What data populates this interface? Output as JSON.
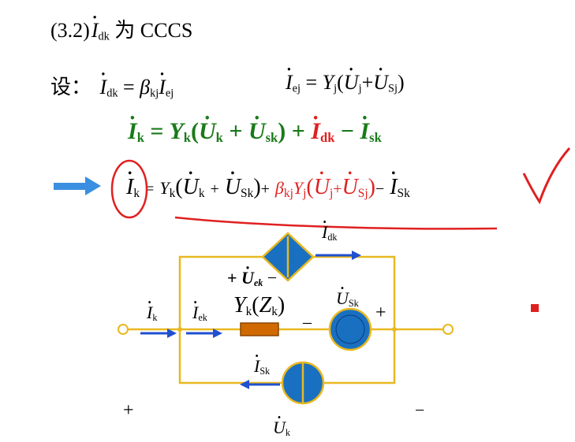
{
  "heading": {
    "num": "(3.2)",
    "var": "I",
    "sub": "dk",
    "text": "为 CCCS"
  },
  "set_line": {
    "label": "设：",
    "eq1": {
      "lhs": "I",
      "lhs_sub": "dk",
      "eq": "=",
      "beta": "β",
      "beta_sub": "kj",
      "rhs": "I",
      "rhs_sub": "ej"
    },
    "eq2": {
      "lhs": "I",
      "lhs_sub": "ej",
      "eq": "=",
      "Y": "Y",
      "Y_sub": "j",
      "open": "(",
      "U": "U",
      "U_sub": "j",
      "plus": "+",
      "U2": "U",
      "U2_sub": "Sj",
      "close": ")"
    }
  },
  "green_eq": {
    "I": "I",
    "I_sub": "k",
    "eq": "=",
    "Y": "Y",
    "Y_sub": "k",
    "open": "(",
    "U": "U",
    "U_sub": "k",
    "plus": "+",
    "Us": "U",
    "Us_sub": "sk",
    "close": ")",
    "plus2": "+",
    "Id": "I",
    "Id_sub": "dk",
    "minus": "−",
    "Is": "I",
    "Is_sub": "sk"
  },
  "final_eq": {
    "I": "I",
    "I_sub": "k",
    "eq": "=",
    "Y": "Y",
    "Y_sub": "k",
    "open": "(",
    "U": "U",
    "U_sub": "k",
    "plus": "+",
    "Us": "U",
    "Us_sub": "Sk",
    "close": ")",
    "plus2": "+",
    "beta": "β",
    "beta_sub": "kj",
    "Y2": "Y",
    "Y2_sub": "j",
    "open2": "(",
    "U3": "U",
    "U3_sub": "j",
    "plus3": "+",
    "U4": "U",
    "U4_sub": "Sj",
    "close2": ")",
    "minus": "−",
    "Is": "I",
    "Is_sub": "Sk"
  },
  "circuit": {
    "Idk": {
      "v": "I",
      "s": "dk"
    },
    "Uek": {
      "plus": "+",
      "v": "U",
      "s": "ek",
      "minus": "−"
    },
    "Usk_label": {
      "v": "U",
      "s": "Sk"
    },
    "Ik": {
      "v": "I",
      "s": "k"
    },
    "Iek": {
      "v": "I",
      "s": "ek"
    },
    "Yk": {
      "v": "Y",
      "s": "k",
      "open": "(",
      "z": "Z",
      "zs": "k",
      "close": ")"
    },
    "src_minus": "_",
    "src_plus": "+",
    "Isk": {
      "v": "I",
      "s": "Sk"
    },
    "port_plus": "+",
    "port_minus": "−",
    "Uk": {
      "v": "U",
      "s": "k"
    }
  },
  "colors": {
    "green": "#1a7a1a",
    "red": "#e02020",
    "blue": "#2050d0",
    "wire": "#e8b820",
    "source": "#1a70c0",
    "resistor": "#d06a00"
  }
}
